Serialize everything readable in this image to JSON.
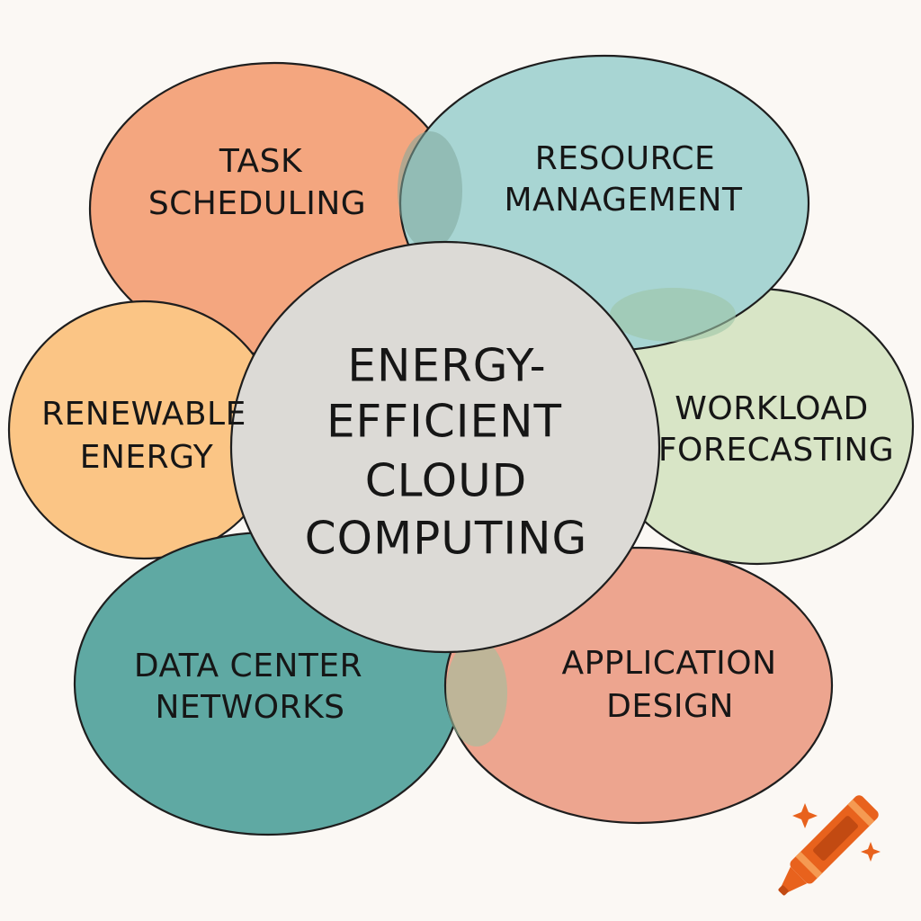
{
  "center": {
    "lines": [
      "ENERGY-",
      "EFFICIENT",
      "CLOUD",
      "COMPUTING"
    ],
    "color": "#dcdad6"
  },
  "bubbles": [
    {
      "id": "task-scheduling",
      "lines": [
        "TASK",
        "SCHEDULING"
      ],
      "color": "#f4a67f"
    },
    {
      "id": "resource-management",
      "lines": [
        "RESOURCE",
        "MANAGEMENT"
      ],
      "color": "#a8d5d3"
    },
    {
      "id": "renewable-energy",
      "lines": [
        "RENEWABLE",
        "ENERGY"
      ],
      "color": "#fbc585"
    },
    {
      "id": "workload-forecasting",
      "lines": [
        "WORKLOAD",
        "FORECASTING"
      ],
      "color": "#d8e5c6"
    },
    {
      "id": "data-center-networks",
      "lines": [
        "DATA CENTER",
        "NETWORKS"
      ],
      "color": "#5fa9a3"
    },
    {
      "id": "application-design",
      "lines": [
        "APPLICATION",
        "DESIGN"
      ],
      "color": "#eda58f"
    }
  ],
  "logo": {
    "icon": "crayon-icon",
    "color": "#e8621d"
  }
}
